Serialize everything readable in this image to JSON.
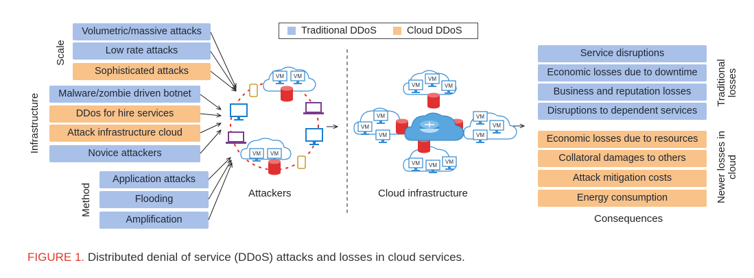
{
  "legend": {
    "traditional": "Traditional DDoS",
    "cloud": "Cloud DDoS",
    "traditional_color": "#a9c1e8",
    "cloud_color": "#f8c288"
  },
  "groups": {
    "scale": "Scale",
    "infrastructure": "Infrastructure",
    "method": "Method"
  },
  "attack_boxes": [
    {
      "label": "Volumetric/massive attacks",
      "kind": "traditional"
    },
    {
      "label": "Low rate attacks",
      "kind": "traditional"
    },
    {
      "label": "Sophisticated attacks",
      "kind": "cloud"
    },
    {
      "label": "Malware/zombie driven botnet",
      "kind": "traditional"
    },
    {
      "label": "DDos for hire services",
      "kind": "cloud"
    },
    {
      "label": "Attack infrastructure cloud",
      "kind": "cloud"
    },
    {
      "label": "Novice attackers",
      "kind": "traditional"
    },
    {
      "label": "Application attacks",
      "kind": "traditional"
    },
    {
      "label": "Flooding",
      "kind": "traditional"
    },
    {
      "label": "Amplification",
      "kind": "traditional"
    }
  ],
  "center": {
    "attackers": "Attackers",
    "cloud_infrastructure": "Cloud infrastructure",
    "vm": "VM"
  },
  "consequences": {
    "title": "Consequences",
    "traditional_label": "Traditional losses",
    "newer_label": "Newer losses in cloud",
    "items": [
      {
        "label": "Service disruptions",
        "kind": "traditional"
      },
      {
        "label": "Economic losses due to downtime",
        "kind": "traditional"
      },
      {
        "label": "Business and reputation losses",
        "kind": "traditional"
      },
      {
        "label": "Disruptions to dependent services",
        "kind": "traditional"
      },
      {
        "label": "Economic losses due to resources",
        "kind": "cloud"
      },
      {
        "label": "Collatoral damages to others",
        "kind": "cloud"
      },
      {
        "label": "Attack mitigation costs",
        "kind": "cloud"
      },
      {
        "label": "Energy consumption",
        "kind": "cloud"
      }
    ]
  },
  "caption": {
    "figure": "FIGURE 1.",
    "text": " Distributed denial of service (DDoS) attacks and losses in cloud services."
  }
}
